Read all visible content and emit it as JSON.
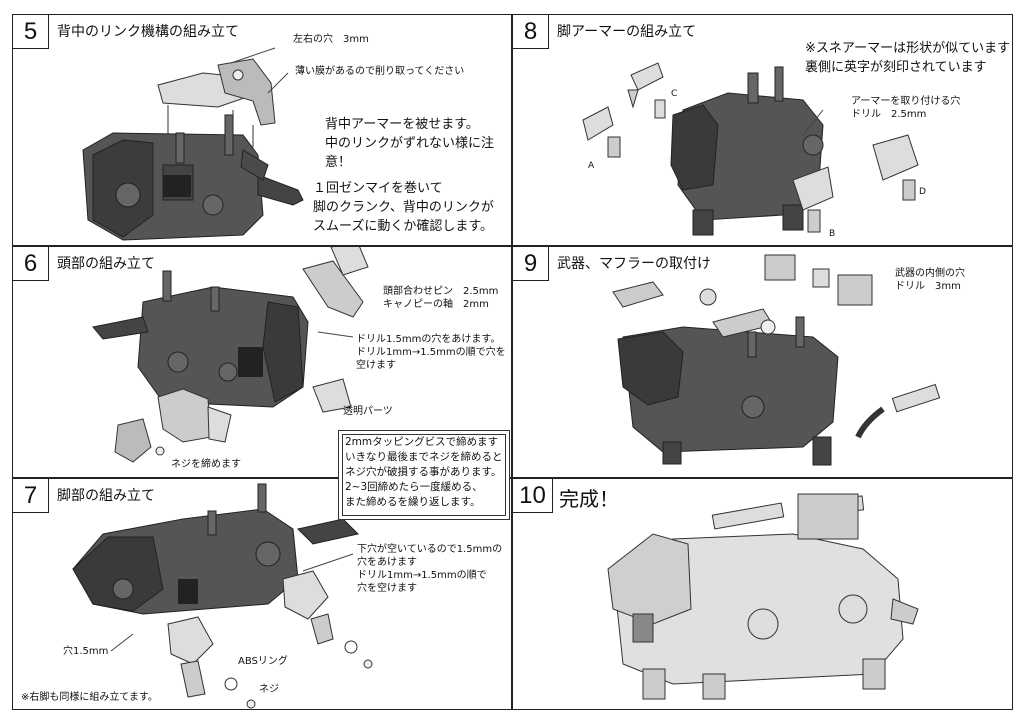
{
  "steps": {
    "s5": {
      "num": "5",
      "title": "背中のリンク機構の組み立て",
      "note1": "左右の穴　3mm",
      "note2": "薄い膜があるので削り取ってください",
      "note3": "背中アーマーを被せます。\n中のリンクがずれない様に注意！",
      "note4": "１回ゼンマイを巻いて\n脚のクランク、背中のリンクが\nスムーズに動くか確認します。"
    },
    "s6": {
      "num": "6",
      "title": "頭部の組み立て",
      "note1": "頭部合わせピン　2.5mm\nキャノピーの軸　2mm",
      "note2": "ドリル1.5mmの穴をあけます。\nドリル1mm→1.5mmの順で穴を\n空けます",
      "note3": "透明パーツ",
      "note4": "ネジを締めます"
    },
    "s7": {
      "num": "7",
      "title": "脚部の組み立て",
      "note1": "下穴が空いているので1.5mmの\n穴をあけます\nドリル1mm→1.5mmの順で\n穴を空けます",
      "note2": "穴1.5mm",
      "note3": "ABSリング",
      "note4": "ネジ",
      "note5": "※右脚も同様に組み立てます。"
    },
    "s8": {
      "num": "8",
      "title": "脚アーマーの組み立て",
      "note1": "※スネアーマーは形状が似ています\n裏側に英字が刻印されています",
      "note2": "アーマーを取り付ける穴\nドリル　2.5mm",
      "labels": [
        "A",
        "B",
        "C",
        "D"
      ]
    },
    "s9": {
      "num": "9",
      "title": "武器、マフラーの取付け",
      "note1": "武器の内側の穴\nドリル　3mm"
    },
    "s10": {
      "num": "10",
      "title": "完成！"
    }
  },
  "callout": "2mmタッピングビスで締めます\nいきなり最後までネジを締めると\nネジ穴が破損する事があります。\n2~3回締めたら一度緩める、\nまた締めるを繰り返します。"
}
